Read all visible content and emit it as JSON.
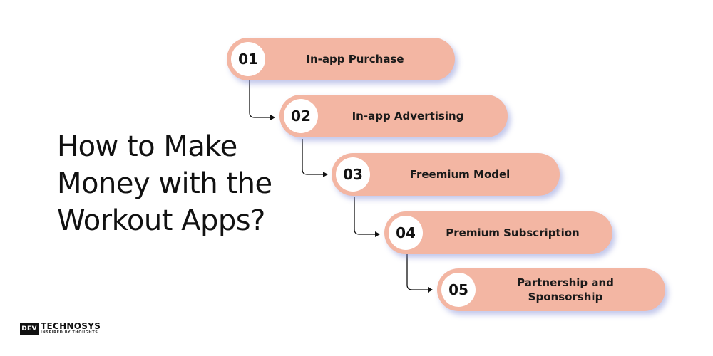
{
  "title_lines": [
    "How to Make",
    "Money with the",
    "Workout Apps?"
  ],
  "steps": [
    {
      "number": "01",
      "label": "In-app Purchase"
    },
    {
      "number": "02",
      "label": "In-app Advertising"
    },
    {
      "number": "03",
      "label": "Freemium Model"
    },
    {
      "number": "04",
      "label": "Premium Subscription"
    },
    {
      "number": "05",
      "label": "Partnership and Sponsorship"
    }
  ],
  "logo": {
    "mark": "DEV",
    "brand": "TECHNOSYS",
    "tagline": "INSPIRED BY THOUGHTS"
  },
  "colors": {
    "pill": "#f3b6a3",
    "shadow": "#7882d2",
    "number_circle": "#ffffff",
    "text": "#111111"
  }
}
